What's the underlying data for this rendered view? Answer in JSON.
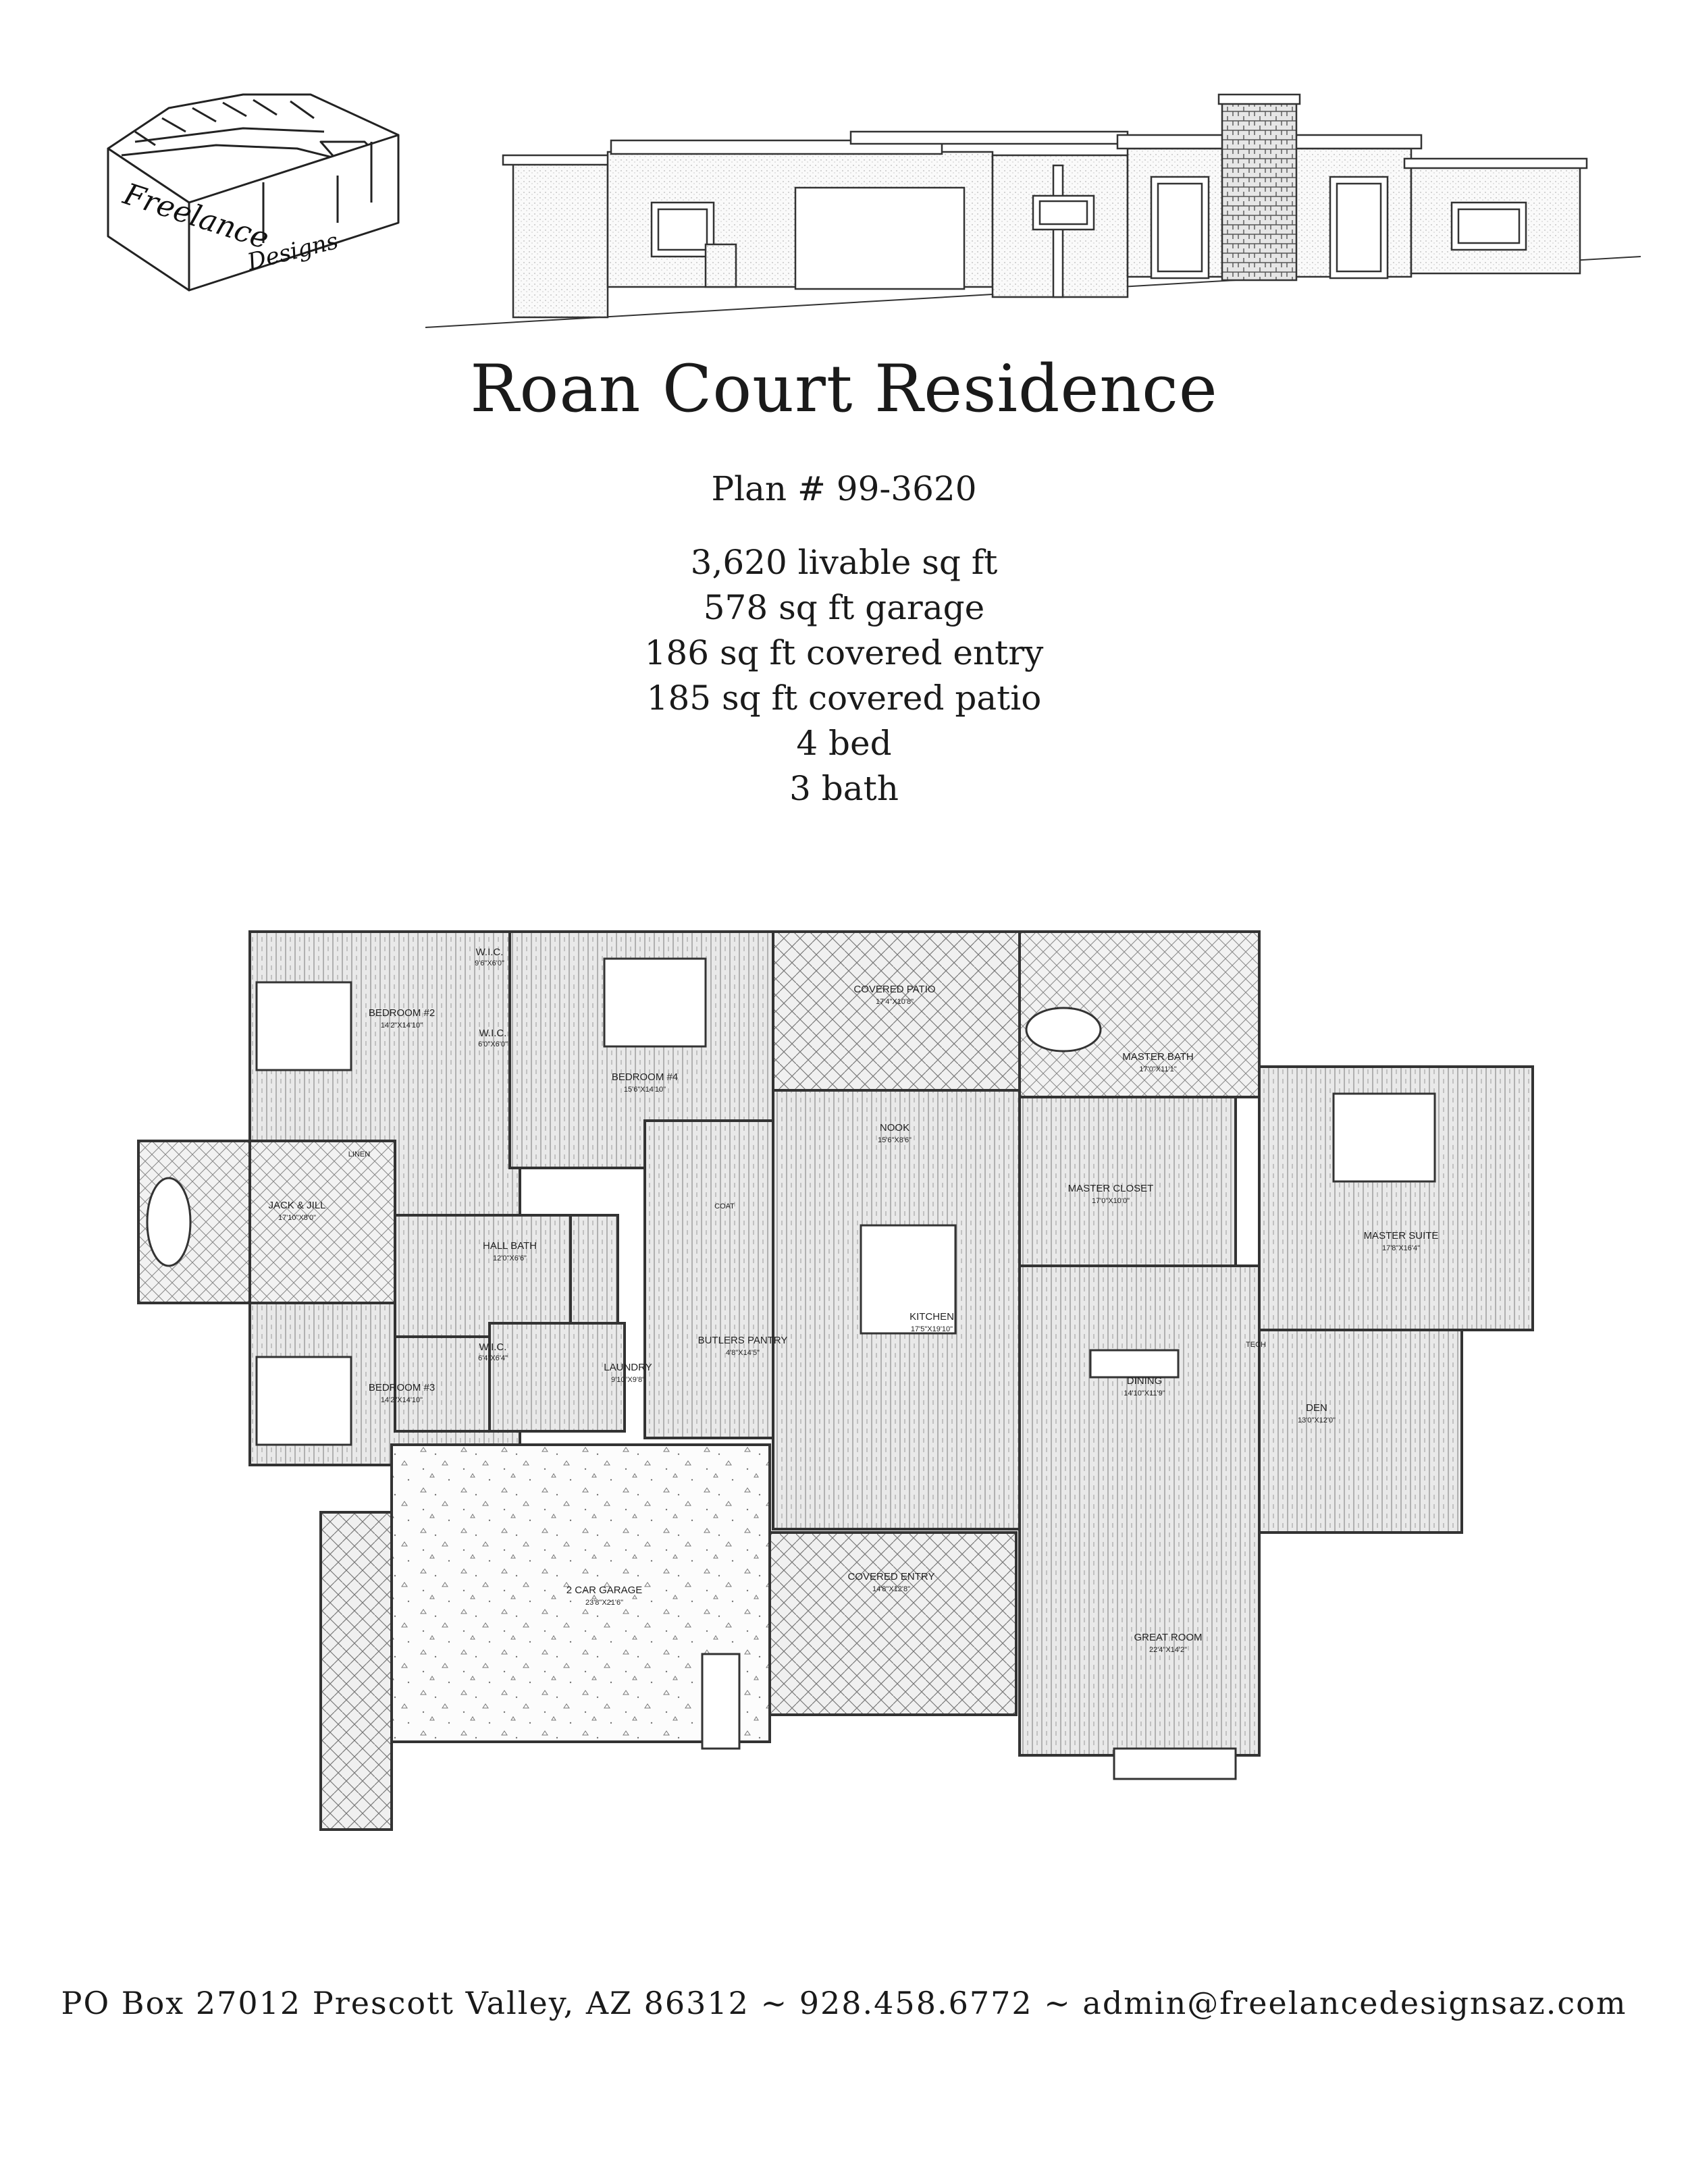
{
  "logo": {
    "line1": "Freelance",
    "line2": "Designs"
  },
  "title": "Roan Court Residence",
  "plan_number": "Plan # 99-3620",
  "stats": [
    "3,620 livable sq ft",
    "578 sq ft garage",
    "186 sq ft covered entry",
    "185 sq ft covered patio",
    "4 bed",
    "3 bath"
  ],
  "rooms": {
    "bedroom2": {
      "name": "BEDROOM #2",
      "dim": "14'2\"X14'10\""
    },
    "wic1": {
      "name": "W.I.C.",
      "dim": "9'6\"X6'0\""
    },
    "wic2": {
      "name": "W.I.C.",
      "dim": "6'0\"X6'0\""
    },
    "bedroom4": {
      "name": "BEDROOM #4",
      "dim": "15'6\"X14'10\""
    },
    "covered_patio": {
      "name": "COVERED PATIO",
      "dim": "17'4\"X10'8\""
    },
    "master_bath": {
      "name": "MASTER BATH",
      "dim": "17'0\"X11'1\""
    },
    "nook": {
      "name": "NOOK",
      "dim": "15'6\"X8'6\""
    },
    "master_closet": {
      "name": "MASTER CLOSET",
      "dim": "17'0\"X10'0\""
    },
    "master_suite": {
      "name": "MASTER SUITE",
      "dim": "17'8\"X16'4\""
    },
    "jack_jill": {
      "name": "JACK & JILL",
      "dim": "17'10\"X8'0\""
    },
    "hall_bath": {
      "name": "HALL BATH",
      "dim": "12'0\"X6'6\""
    },
    "kitchen": {
      "name": "KITCHEN",
      "dim": "17'5\"X19'10\""
    },
    "butlers_pantry": {
      "name": "BUTLERS PANTRY",
      "dim": "4'8\"X14'5\""
    },
    "wic3": {
      "name": "W.I.C.",
      "dim": "6'4\"X6'4\""
    },
    "laundry": {
      "name": "LAUNDRY",
      "dim": "9'10\"X9'8\""
    },
    "bedroom3": {
      "name": "BEDROOM #3",
      "dim": "14'2\"X14'10\""
    },
    "dining": {
      "name": "DINING",
      "dim": "14'10\"X11'9\""
    },
    "den": {
      "name": "DEN",
      "dim": "13'0\"X12'0\""
    },
    "garage": {
      "name": "2 CAR GARAGE",
      "dim": "23'8\"X21'6\""
    },
    "covered_entry": {
      "name": "COVERED ENTRY",
      "dim": "14'8\"X12'8\""
    },
    "great_room": {
      "name": "GREAT ROOM",
      "dim": "22'4\"X14'2\""
    }
  },
  "small_labels": {
    "linen": "LINEN",
    "coat": "COAT",
    "tech": "TECH"
  },
  "footer": "PO Box 27012 Prescott Valley, AZ 86312 ~ 928.458.6772 ~ admin@freelancedesignsaz.com"
}
